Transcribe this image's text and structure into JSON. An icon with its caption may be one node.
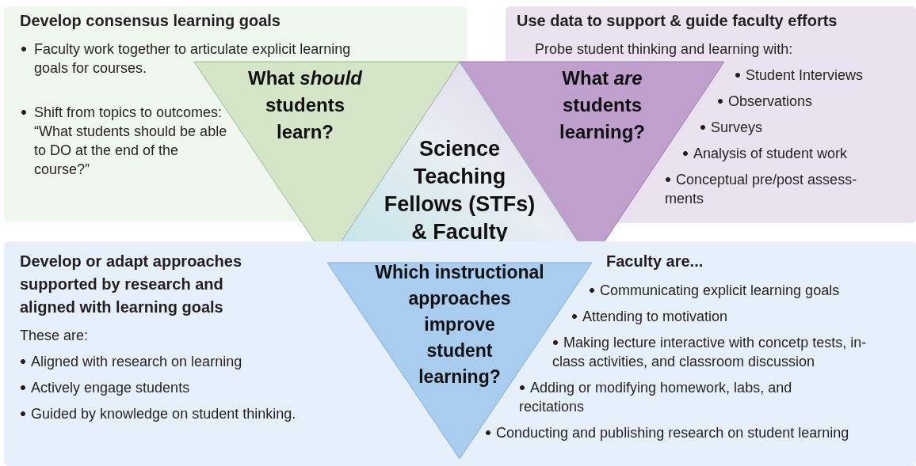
{
  "diagram": {
    "nodes": [
      {
        "text": [
          "Develop consensus learning goals",
          "Faculty work together to articulate explicit learning goals for courses.",
          "Shift from topics to outcomes: “What students should be able to DO at the end of the course?”"
        ]
      },
      {
        "text": [
          "Use data to support & guide faculty efforts",
          "Probe student thinking and learning with:",
          "Student Interviews",
          "Observations",
          "Surveys",
          "Analysis of student work",
          "Conceptual pre/post assess- ments"
        ]
      },
      {
        "text": [
          "What *should* students learn?"
        ]
      },
      {
        "text": [
          "What *are* students learning?"
        ]
      },
      {
        "text": [
          "Science Teaching Fellows (STFs) & Faculty"
        ]
      },
      {
        "text": [
          "Develop or adapt approaches supported by research and aligned with learning goals",
          "These are:",
          "Aligned with research on learning",
          "Actively engage students",
          "Guided by knowledge on student thinking.",
          "Faculty are...",
          "Communicating explicit learning goals",
          "Attending to motivation",
          "Making lecture interactive with concetp tests, in-class activities, and classroom discussion",
          "Adding or modifying homework, labs, and recitations",
          "Conducting and publishing research on student learning"
        ]
      },
      {
        "text": [
          "Which instructional approaches improve student learning?"
        ],
        "in": 5
      }
    ]
  }
}
